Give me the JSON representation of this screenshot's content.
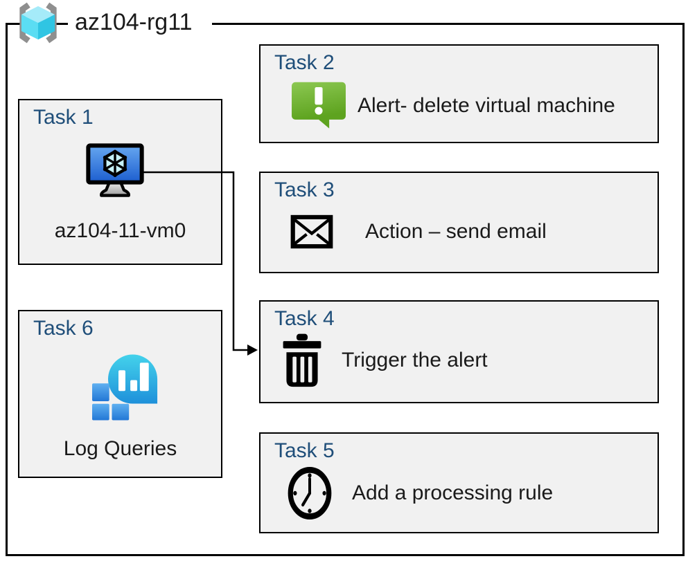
{
  "diagram": {
    "resource_group": {
      "label": "az104-rg11",
      "icon": "resource-group-icon"
    },
    "tasks": [
      {
        "title": "Task 1",
        "label": "az104-11-vm0",
        "icon": "virtual-machine-icon"
      },
      {
        "title": "Task 2",
        "label": "Alert- delete virtual machine",
        "icon": "alert-icon"
      },
      {
        "title": "Task 3",
        "label": "Action – send email",
        "icon": "email-icon"
      },
      {
        "title": "Task 4",
        "label": "Trigger the alert",
        "icon": "trash-icon"
      },
      {
        "title": "Task 5",
        "label": "Add a processing rule",
        "icon": "clock-icon"
      },
      {
        "title": "Task 6",
        "label": "Log Queries",
        "icon": "log-queries-icon"
      }
    ],
    "connector": {
      "from": "Task 1",
      "to": "Task 4"
    },
    "colors": {
      "task_title": "#1F4E79",
      "box_fill": "#F1F1F1",
      "border": "#000000",
      "text": "#1A1A1A",
      "alert_green": "#6FB52E",
      "vm_screen_blue": "#2E6FD8",
      "log_teal": "#2BBCE0",
      "log_square_blue": "#3A8FE0",
      "rg_cube_cyan": "#50D8F0",
      "bracket_gray": "#8F8F8F"
    }
  }
}
